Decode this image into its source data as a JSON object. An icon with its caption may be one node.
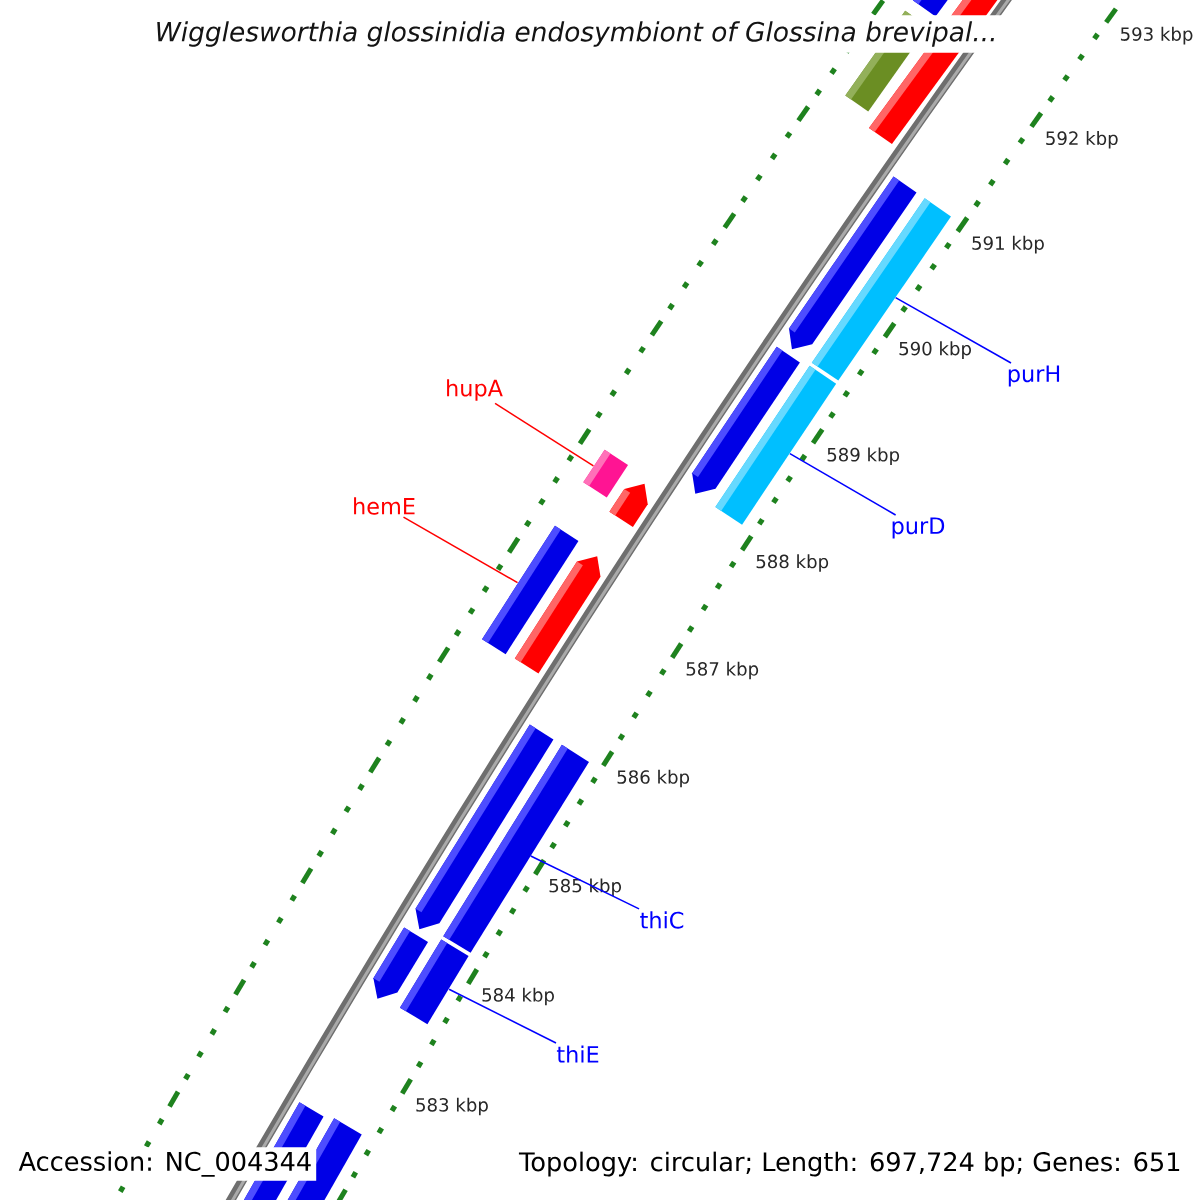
{
  "diagram": {
    "title": "Wigglesworthia glossinidia endosymbiont of Glossina brevipal...",
    "nodes": [
      {
        "text": [
          "purH"
        ]
      },
      {
        "text": [
          "hupA"
        ]
      },
      {
        "text": [
          "hemE"
        ]
      },
      {
        "text": [
          "purD"
        ]
      },
      {
        "text": [
          "thiC"
        ]
      },
      {
        "text": [
          "thiE"
        ]
      },
      {
        "text": [],
        "shape": "bar"
      },
      {
        "text": [],
        "shape": "bar"
      },
      {
        "text": [],
        "shape": "bar"
      },
      {
        "text": [],
        "shape": "bar"
      },
      {
        "text": [],
        "shape": "bar"
      },
      {
        "text": [],
        "shape": "bar"
      }
    ],
    "edges": [
      {
        "from": 0,
        "to": 6,
        "arrow": "none"
      },
      {
        "from": 1,
        "to": 7,
        "arrow": "none",
        "color": "#ff0000"
      },
      {
        "from": 2,
        "to": 9,
        "arrow": "none",
        "color": "#ff0000"
      },
      {
        "from": 3,
        "to": 8,
        "arrow": "none"
      },
      {
        "from": 4,
        "to": 10,
        "arrow": "none"
      },
      {
        "from": 5,
        "to": 11,
        "arrow": "none"
      }
    ],
    "labels": [
      "593 kbp",
      "592 kbp",
      "591 kbp",
      "590 kbp",
      "589 kbp",
      "588 kbp",
      "587 kbp",
      "586 kbp",
      "585 kbp",
      "584 kbp",
      "583 kbp",
      "Accession: NC_004344",
      "Topology: circular; Length: 697,724 bp; Genes: 651"
    ]
  }
}
